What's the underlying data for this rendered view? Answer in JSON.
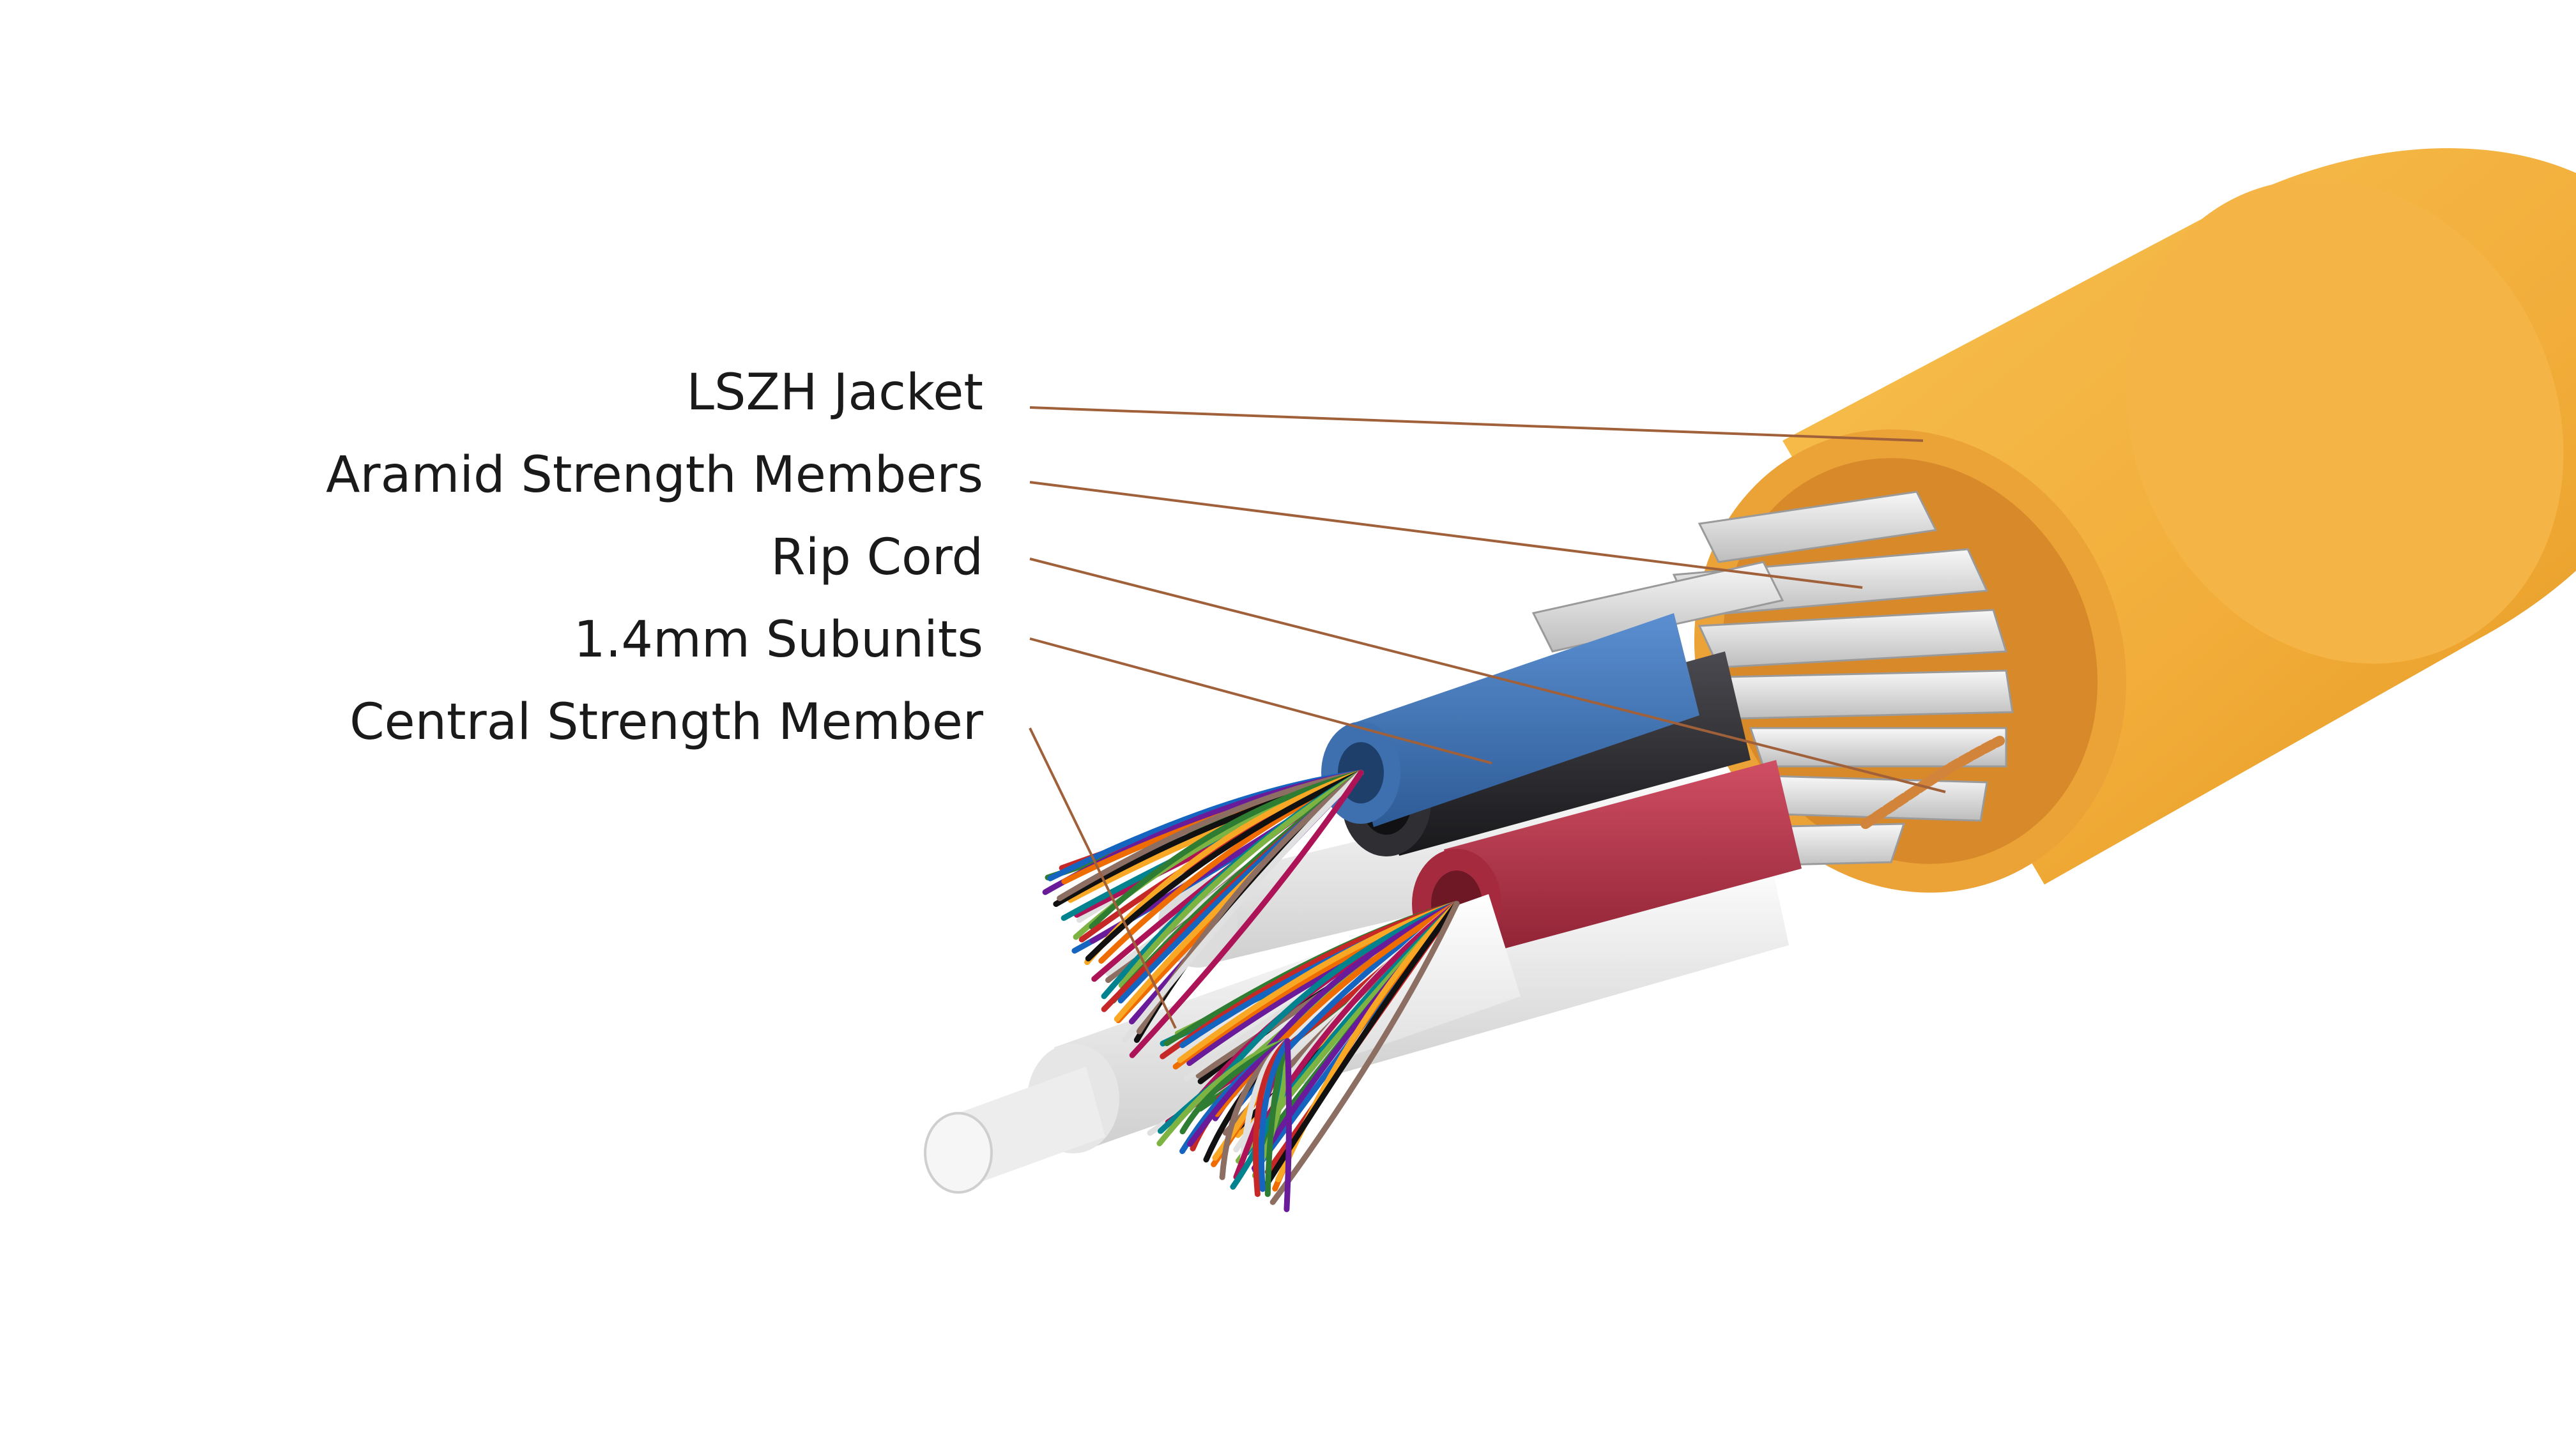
{
  "labels": {
    "jacket": "LSZH Jacket",
    "aramid": "Aramid Strength Members",
    "rip_cord": "Rip Cord",
    "subunits": "1.4mm Subunits",
    "central_strength_member": "Central Strength Member"
  },
  "colors": {
    "jacket": "#f2ad3a",
    "jacket_inner": "#e89a2a",
    "aramid": "#e9e9e9",
    "rip_cord": "#d2843a",
    "subunit_blue": "#3f72b3",
    "subunit_black": "#2a2a2e",
    "subunit_red": "#b8344a",
    "subunit_white": "#ececec",
    "central_member": "#f2f2f2",
    "leader_line": "#a0603a",
    "label_text": "#1a1a1a"
  },
  "fiber_colors": [
    "#2e7d32",
    "#c62828",
    "#1565c0",
    "#6a1b9a",
    "#ef6c00",
    "#f9a825",
    "#111111",
    "#8d6e63",
    "#e0e0e0",
    "#ad1457",
    "#00838f",
    "#7cb342"
  ]
}
